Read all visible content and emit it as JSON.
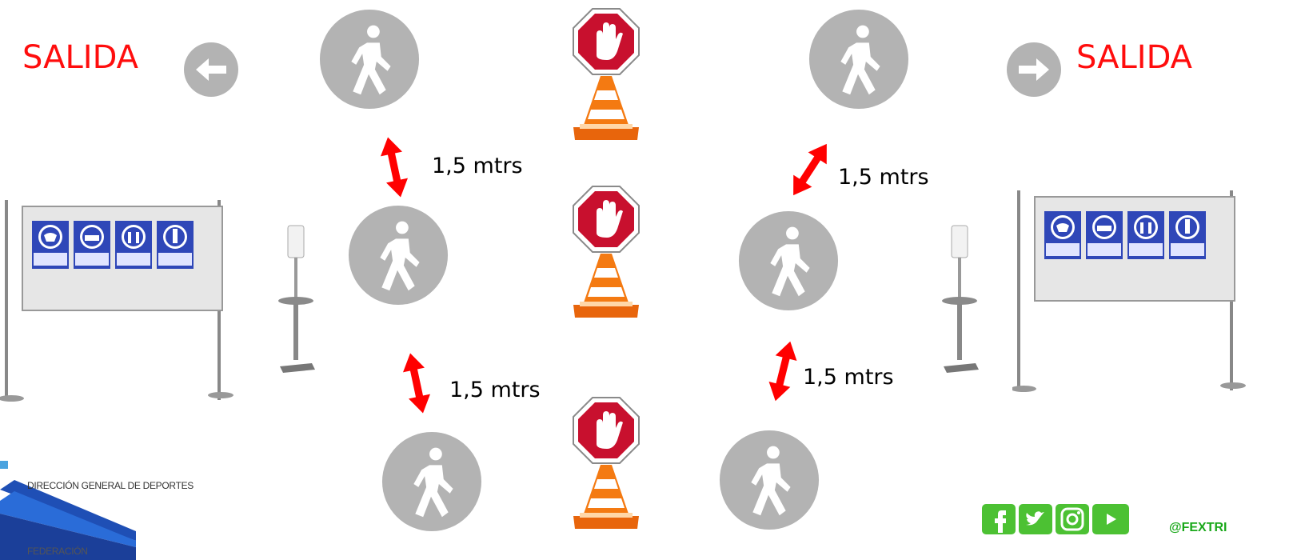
{
  "exits": {
    "left_label": "SALIDA",
    "right_label": "SALIDA",
    "left_arrow_icon": "arrow-left-circle-icon",
    "right_arrow_icon": "arrow-right-circle-icon"
  },
  "distances": {
    "label_1": "1,5 mtrs",
    "label_2": "1,5 mtrs",
    "label_3": "1,5 mtrs",
    "label_4": "1,5 mtrs"
  },
  "footer": {
    "organization": "DIRECCIÓN GENERAL DE DEPORTES",
    "federation": "FEDERACIÓN",
    "social_handle": "@FEXTRI",
    "social_icons": [
      "facebook-icon",
      "twitter-icon",
      "instagram-icon",
      "youtube-icon"
    ]
  },
  "colors": {
    "exit_text": "#ff0d0d",
    "pedestrian_circle": "#b3b3b3",
    "arrow": "#ff0000",
    "stop_sign": "#c8102e",
    "cone": "#f47a12",
    "social_green": "#4cc133",
    "handle_green": "#1aa81a"
  }
}
